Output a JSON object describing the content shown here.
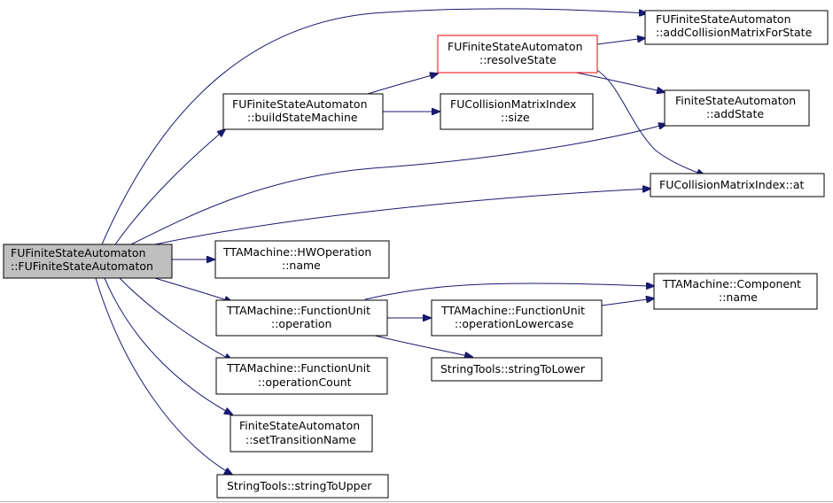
{
  "colors": {
    "edge": "#191970",
    "root_fill": "#bfbfbf",
    "highlight_border": "#ff0000",
    "node_border": "#000000"
  },
  "nodes": {
    "root": [
      "FUFiniteStateAutomaton",
      "::FUFiniteStateAutomaton"
    ],
    "addCollisionMatrixForState": [
      "FUFiniteStateAutomaton",
      "::addCollisionMatrixForState"
    ],
    "resolveState": [
      "FUFiniteStateAutomaton",
      "::resolveState"
    ],
    "buildStateMachine": [
      "FUFiniteStateAutomaton",
      "::buildStateMachine"
    ],
    "cmiSize": [
      "FUCollisionMatrixIndex",
      "::size"
    ],
    "addState": [
      "FiniteStateAutomaton",
      "::addState"
    ],
    "cmiAt": [
      "FUCollisionMatrixIndex::at"
    ],
    "hwOpName": [
      "TTAMachine::HWOperation",
      "::name"
    ],
    "fuOperation": [
      "TTAMachine::FunctionUnit",
      "::operation"
    ],
    "fuOperationLowercase": [
      "TTAMachine::FunctionUnit",
      "::operationLowercase"
    ],
    "componentName": [
      "TTAMachine::Component",
      "::name"
    ],
    "stringToLower": [
      "StringTools::stringToLower"
    ],
    "fuOperationCount": [
      "TTAMachine::FunctionUnit",
      "::operationCount"
    ],
    "setTransitionName": [
      "FiniteStateAutomaton",
      "::setTransitionName"
    ],
    "stringToUpper": [
      "StringTools::stringToUpper"
    ]
  }
}
